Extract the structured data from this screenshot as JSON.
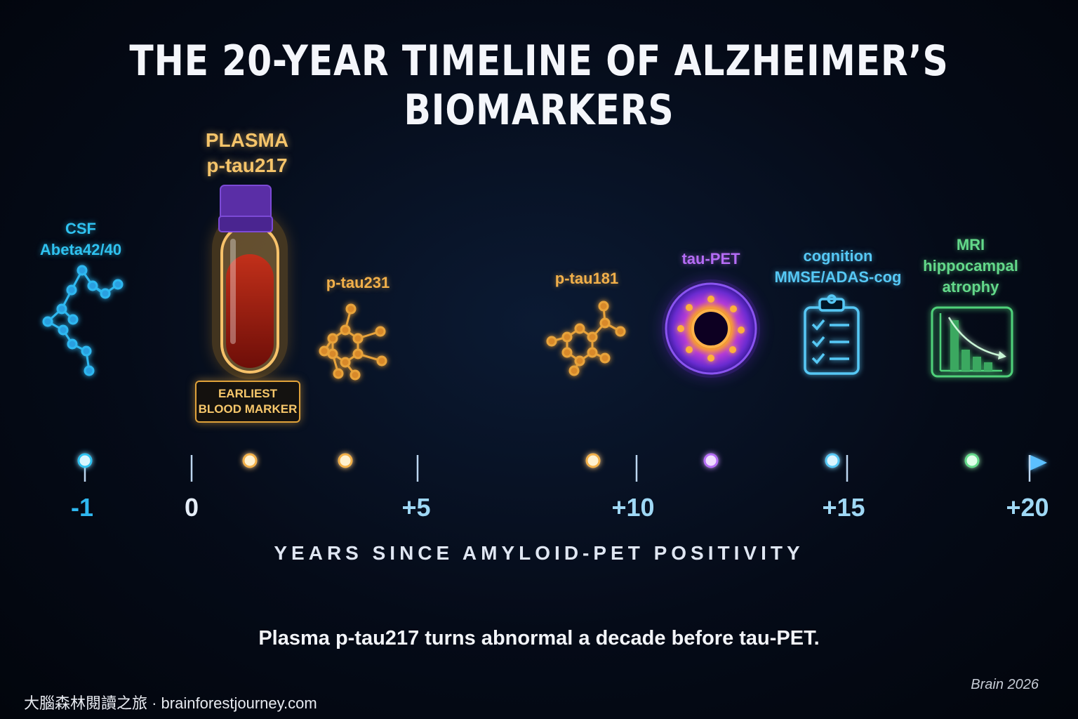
{
  "title": "THE 20-YEAR TIMELINE OF ALZHEIMER’S BIOMARKERS",
  "axis": {
    "title": "YEARS SINCE AMYLOID-PET POSITIVITY",
    "ticks": [
      "-1",
      "0",
      "+5",
      "+10",
      "+15",
      "+20"
    ]
  },
  "markers": [
    {
      "line1": "CSF",
      "line2": "Abeta42/40",
      "color": "#2fc2f0"
    },
    {
      "line1": "PLASMA",
      "line2": "p-tau217",
      "color": "#f5c46a"
    },
    {
      "line1": "p-tau231",
      "color": "#f2b04a"
    },
    {
      "line1": "p-tau181",
      "color": "#f2b04a"
    },
    {
      "line1": "tau-PET",
      "color": "#b56cf5"
    },
    {
      "line1": "cognition",
      "line2": "MMSE/ADAS-cog",
      "color": "#56c8f5"
    },
    {
      "line1": "MRI",
      "line2": "hippocampal",
      "line3": "atrophy",
      "color": "#63d98a"
    }
  ],
  "badge": {
    "line1": "EARLIEST",
    "line2": "BLOOD MARKER"
  },
  "caption": "Plasma p-tau217 turns abnormal a decade before tau-PET.",
  "source": "Brain 2026",
  "footer": "大腦森林閱讀之旅 · brainforestjourney.com",
  "icons": [
    "molecule-chain-icon",
    "blood-tube-icon",
    "hexagon-molecule-icon",
    "hexagon-molecule-icon",
    "brain-scan-icon",
    "clipboard-checklist-icon",
    "decline-chart-icon"
  ]
}
